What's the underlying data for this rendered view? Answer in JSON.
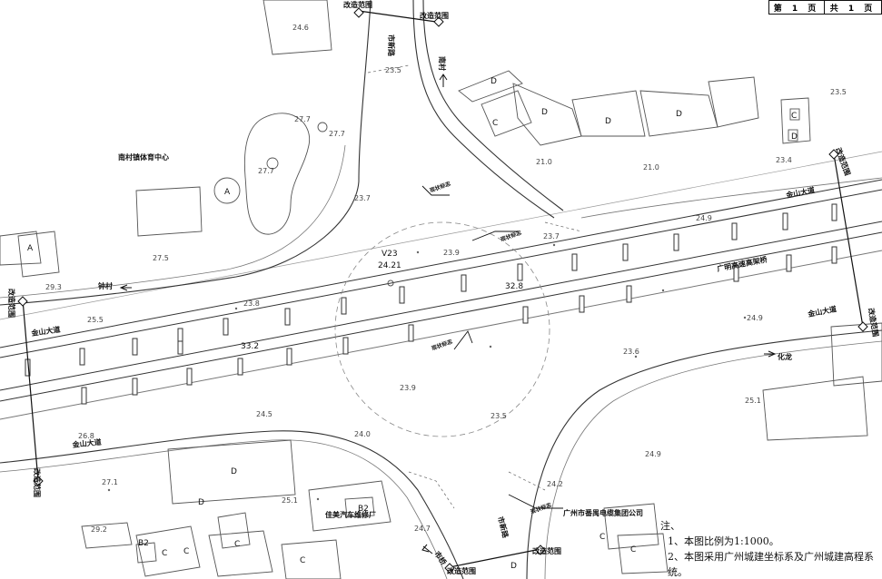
{
  "title_block": {
    "page": "第 1 页",
    "total": "共 1 页"
  },
  "labels": {
    "renovation_scope": "改造范围",
    "stadium": "南村镇体育中心",
    "guangming_expressway": "广明高速高架桥",
    "jinshan_avenue": "金山大道",
    "shixin_road": "市新路",
    "to_nancun": "南村",
    "to_zhongcun": "钟村",
    "to_hualong": "化龙",
    "to_shiqiao": "市桥",
    "existing_sign": "现状标志",
    "existing_mark": "现状标志",
    "factory": "佳美汽车维修厂",
    "company": "广州市番禺电缆集团公司",
    "node": "V23",
    "node_elev": "24.21",
    "bridge_elev_1": "32.8",
    "bridge_elev_2": "33.2"
  },
  "elevations": [
    "24.6",
    "23.5",
    "27.7",
    "27.7",
    "27.7",
    "23.7",
    "21.0",
    "21.0",
    "23.4",
    "23.5",
    "24.9",
    "23.7",
    "23.9",
    "27.5",
    "29.3",
    "23.8",
    "25.5",
    "24.9",
    "23.6",
    "25.1",
    "23.9",
    "24.5",
    "23.5",
    "26.8",
    "24.0",
    "27.1",
    "25.1",
    "24.2",
    "24.9",
    "24.7",
    "29.2"
  ],
  "building_codes": [
    "D",
    "D",
    "C",
    "D",
    "D",
    "C",
    "D",
    "A",
    "A",
    "D",
    "B2",
    "B2",
    "C",
    "C",
    "C",
    "C",
    "D",
    "C",
    "C",
    "D"
  ],
  "notes": {
    "heading": "注、",
    "line1": "1、本图比例为1:1000。",
    "line2": "2、本图采用广州城建坐标系及广州城建高程系统。"
  },
  "colors": {
    "line": "#333333",
    "thin": "#888888",
    "dash": "#666666"
  }
}
